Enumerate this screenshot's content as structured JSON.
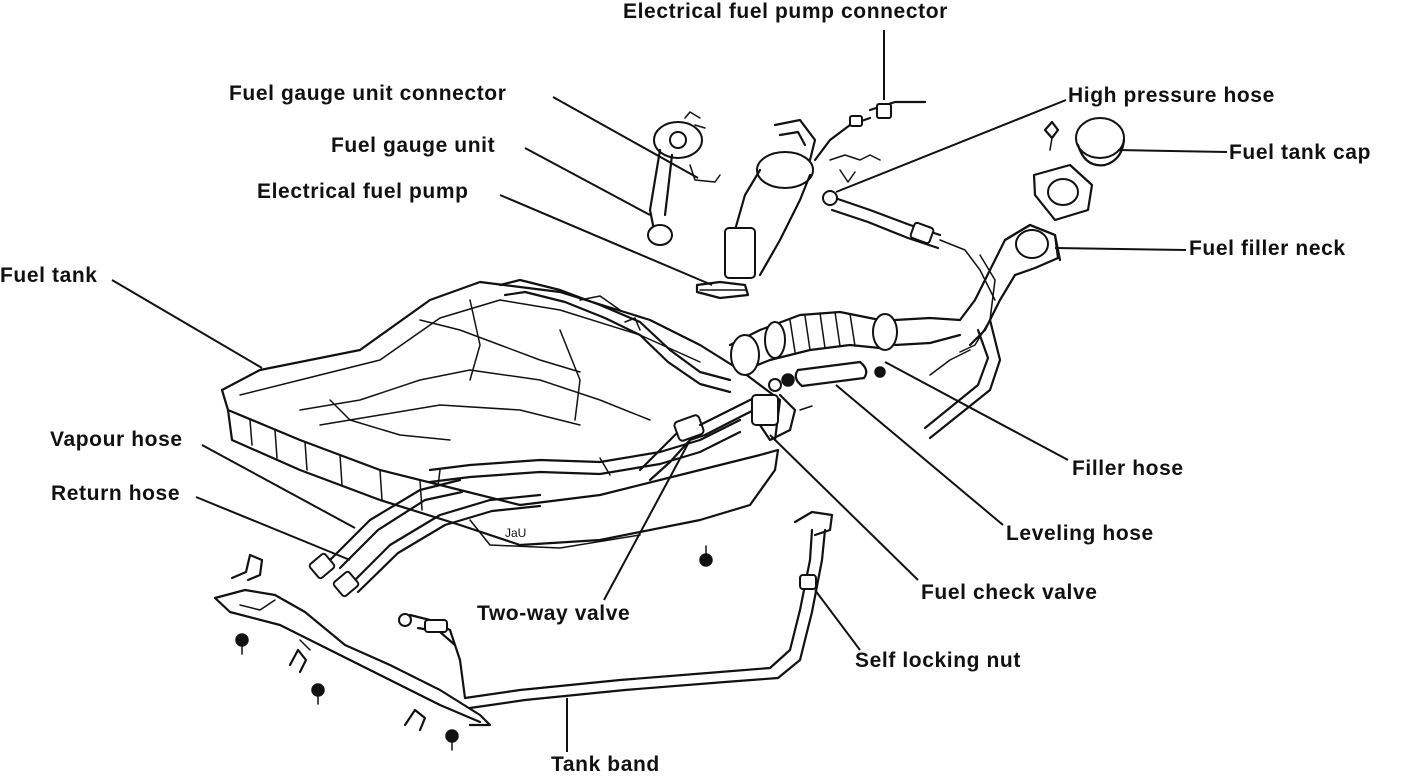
{
  "labels": {
    "electrical_fuel_pump_connector": "Electrical fuel pump connector",
    "fuel_gauge_unit_connector": "Fuel gauge unit connector",
    "fuel_gauge_unit": "Fuel gauge unit",
    "electrical_fuel_pump": "Electrical fuel pump",
    "fuel_tank": "Fuel tank",
    "high_pressure_hose": "High pressure hose",
    "fuel_tank_cap": "Fuel tank cap",
    "fuel_filler_neck": "Fuel filler neck",
    "filler_hose": "Filler hose",
    "leveling_hose": "Leveling hose",
    "fuel_check_valve": "Fuel check valve",
    "vapour_hose": "Vapour hose",
    "return_hose": "Return hose",
    "two_way_valve": "Two-way valve",
    "self_locking_nut": "Self locking nut",
    "tank_band": "Tank band"
  }
}
